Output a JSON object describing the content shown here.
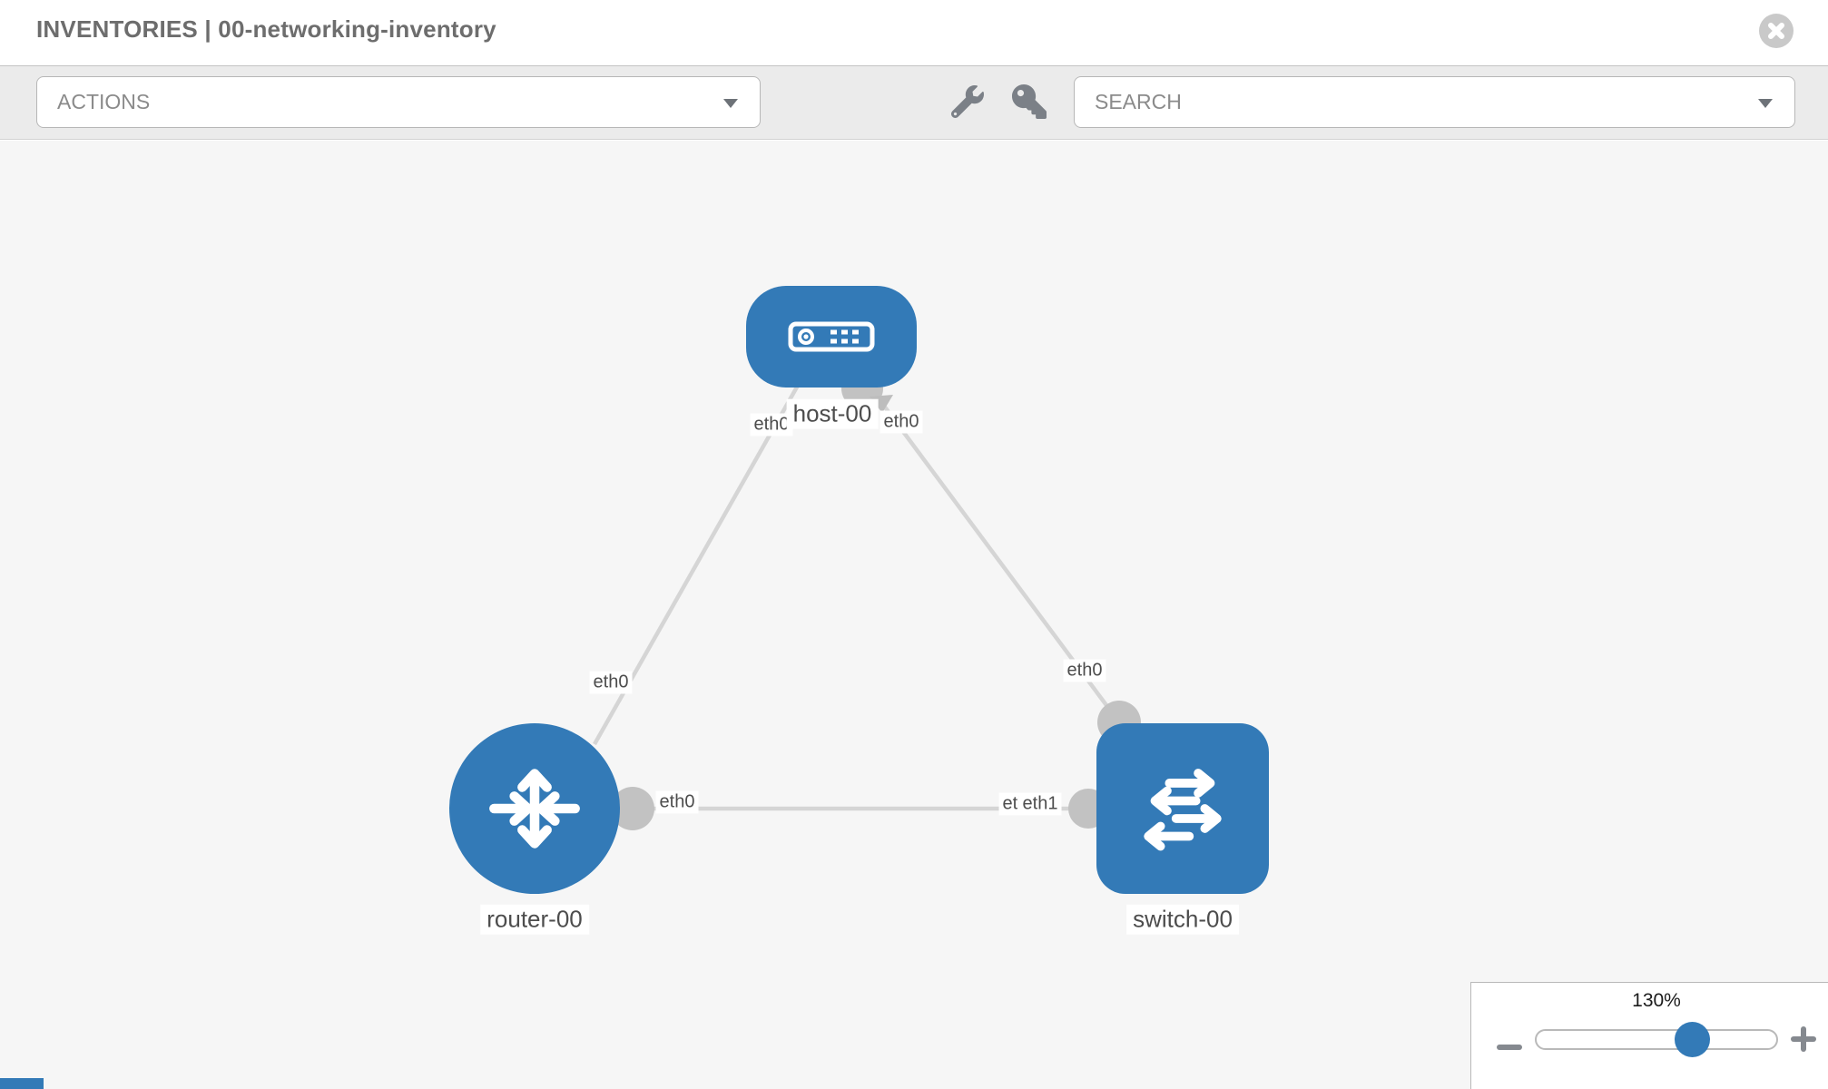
{
  "window": {
    "title": "INVENTORIES | 00-networking-inventory"
  },
  "toolbar": {
    "actions_label": "ACTIONS",
    "search_label": "SEARCH"
  },
  "topology": {
    "nodes": [
      {
        "label": "host-00",
        "type": "host"
      },
      {
        "label": "router-00",
        "type": "router"
      },
      {
        "label": "switch-00",
        "type": "switch"
      }
    ],
    "links": [
      {
        "from": "host-00",
        "from_iface": "eth0",
        "to": "router-00",
        "to_iface": "eth0"
      },
      {
        "from": "host-00",
        "from_iface": "eth0",
        "to": "switch-00",
        "to_iface": "eth0"
      },
      {
        "from": "router-00",
        "from_iface": "eth0",
        "to": "switch-00",
        "to_iface": "eth1"
      }
    ],
    "overlapped_port_label": "eth0"
  },
  "zoom_control": {
    "level": "130%"
  },
  "colors": {
    "node_blue": "#337ab7",
    "link_gray": "#d5d5d5",
    "endpoint_gray": "#c2c2c2",
    "toolbar_bg": "#ebebeb",
    "canvas_bg": "#f6f6f6"
  }
}
